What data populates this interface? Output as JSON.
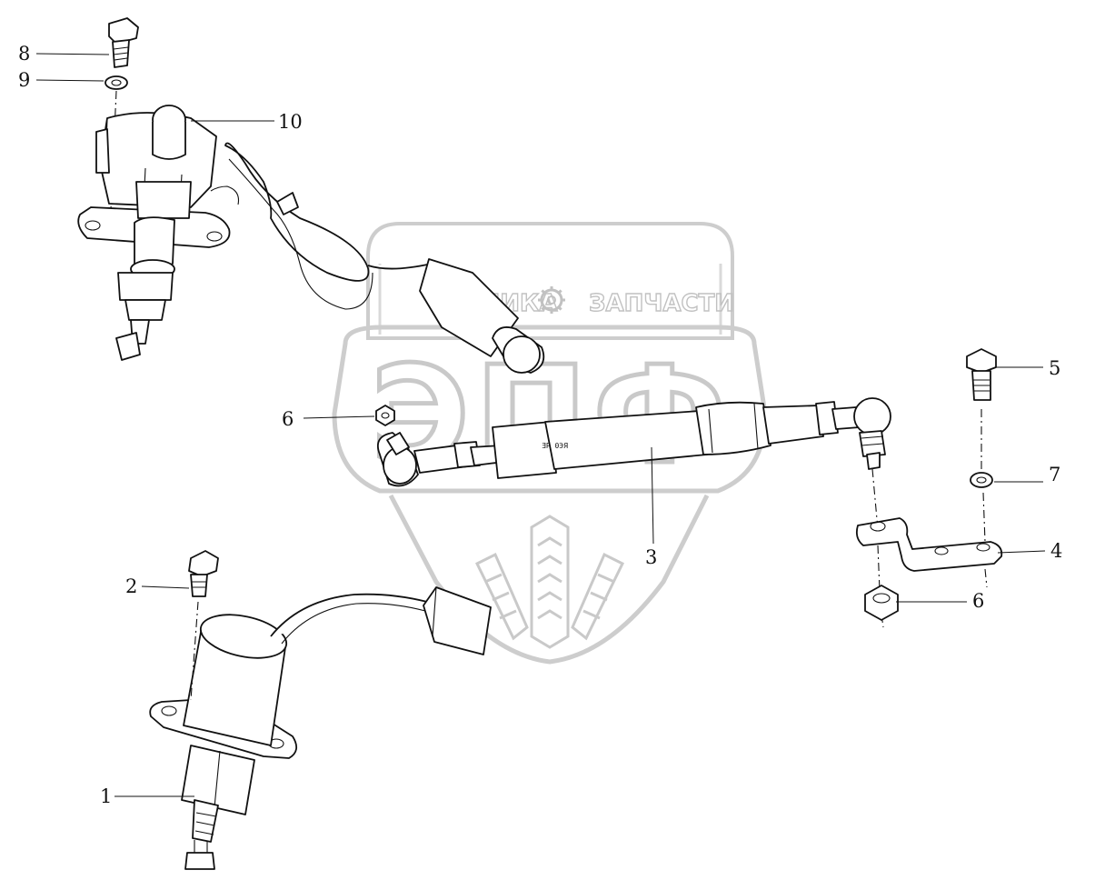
{
  "watermark": {
    "top_text_left": "ТЕХНИКА",
    "top_text_right": "ЗАПЧАСТИ",
    "big_letters": "ЭПФ",
    "color": "#c8c8c8"
  },
  "callouts": [
    {
      "id": "c1",
      "label": "1"
    },
    {
      "id": "c2",
      "label": "2"
    },
    {
      "id": "c3",
      "label": "3"
    },
    {
      "id": "c4",
      "label": "4"
    },
    {
      "id": "c5",
      "label": "5"
    },
    {
      "id": "c6a",
      "label": "6"
    },
    {
      "id": "c6b",
      "label": "6"
    },
    {
      "id": "c7",
      "label": "7"
    },
    {
      "id": "c8",
      "label": "8"
    },
    {
      "id": "c9",
      "label": "9"
    },
    {
      "id": "c10",
      "label": "10"
    }
  ],
  "parts": {
    "actuator_marking": "ƎP 0ЭЯ"
  }
}
